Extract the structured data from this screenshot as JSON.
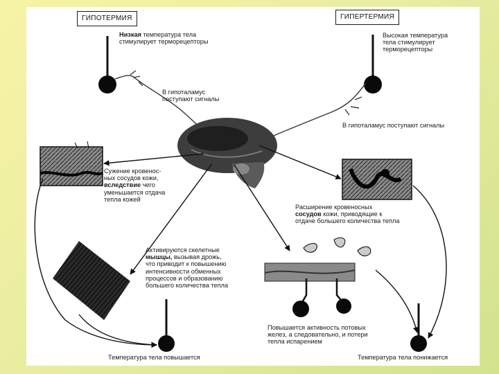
{
  "hypothermia": {
    "title": "ГИПОТЕРМИЯ",
    "stimulus_bold": "Низкая",
    "stimulus_rest": " температура тела\nстимулирует  терморецепторы"
  },
  "hyperthermia": {
    "title": "ГИПЕРТЕРМИЯ",
    "stimulus": "Высокая  температура\nтела стимулирует\nтерморецепторы"
  },
  "signals": {
    "left": "В  гипоталамус\nпоступают сигналы",
    "right": "В гипоталамус поступают сигналы"
  },
  "vasoconstriction": {
    "line1": "Сужение  кровенос-",
    "line2": "ных сосудов кожи,",
    "bold": "вследствие",
    "line3_rest": " чего",
    "line4": "уменьшается отдача",
    "line5": "тепла кожей"
  },
  "vasodilation": {
    "line1": "Расширение кровеносных",
    "bold": "сосудов",
    "line2_rest": " кожи,  приводящие к",
    "line3": "отдаче большего количества тепла"
  },
  "muscles": {
    "line1": "Активируются скелетные",
    "bold": "мышцы,",
    "line2_rest": " вызывая дрожь,",
    "rest": "что приводит к повышению\nинтенсивности обменных\nпроцессов и образованию\nбольшего количества тепла"
  },
  "sweat": {
    "text": "Повышается активность потовых\nжелез, а следовательно, и потери\nтепла  испарением"
  },
  "results": {
    "left": "Температура тела  повышается",
    "right": "Температура тела  понижается"
  }
}
